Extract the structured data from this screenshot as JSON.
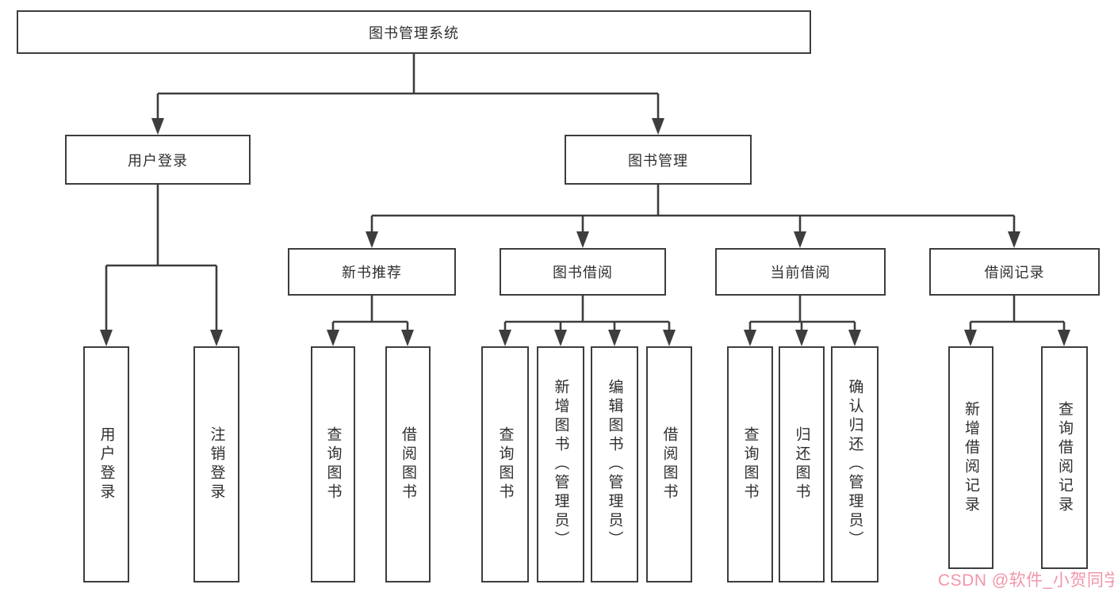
{
  "colors": {
    "line": "#3d3d3d",
    "text": "#2f2f2f",
    "box-bg": "#ffffff",
    "watermark": "#ef8299"
  },
  "tree": {
    "root": "图书管理系统",
    "children": [
      {
        "label": "用户登录",
        "children": [
          "用户登录",
          "注销登录"
        ]
      },
      {
        "label": "图书管理",
        "children": [
          {
            "label": "新书推荐",
            "children": [
              "查询图书",
              "借阅图书"
            ]
          },
          {
            "label": "图书借阅",
            "children": [
              "查询图书",
              "新增图书（管理员）",
              "编辑图书（管理员）",
              "借阅图书"
            ]
          },
          {
            "label": "当前借阅",
            "children": [
              "查询图书",
              "归还图书",
              "确认归还（管理员）"
            ]
          },
          {
            "label": "借阅记录",
            "children": [
              "新增借阅记录",
              "查询借阅记录"
            ]
          }
        ]
      }
    ]
  },
  "watermark": {
    "text": "CSDN @软件_小贺同学"
  }
}
